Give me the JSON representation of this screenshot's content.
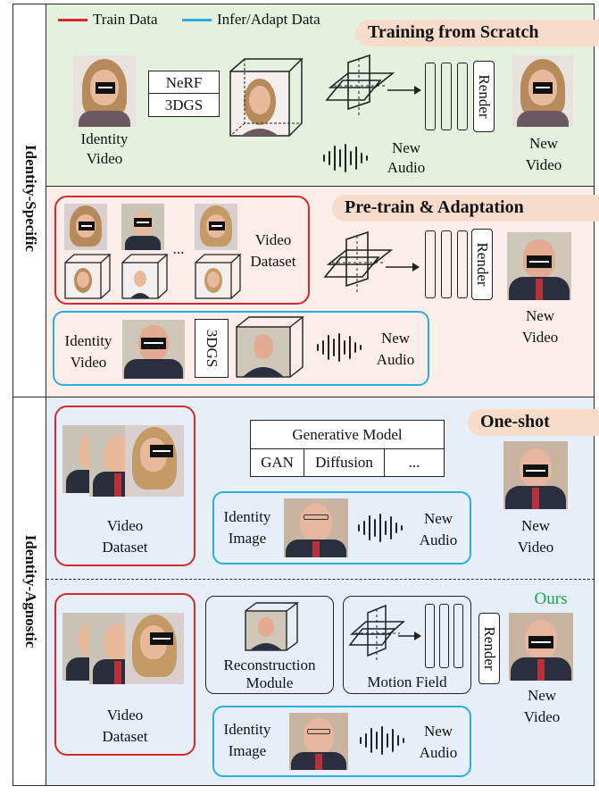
{
  "legend": {
    "train": "Train Data",
    "infer": "Infer/Adapt Data",
    "train_color": "#d42a2a",
    "infer_color": "#29aee4"
  },
  "sides": {
    "specific": "Identity-Specific",
    "agnostic": "Identity-Agnostic"
  },
  "scratch": {
    "title": "Training from Scratch",
    "identity": [
      "Identity",
      "Video"
    ],
    "model": [
      "NeRF",
      "3DGS"
    ],
    "audio": [
      "New",
      "Audio"
    ],
    "render": "Render",
    "output": [
      "New",
      "Video"
    ]
  },
  "pretrain": {
    "title": "Pre-train & Adaptation",
    "ellipsis": "...",
    "dataset": [
      "Video",
      "Dataset"
    ],
    "render": "Render",
    "output": [
      "New",
      "Video"
    ],
    "identity": [
      "Identity",
      "Video"
    ],
    "model": "3DGS",
    "audio": [
      "New",
      "Audio"
    ]
  },
  "oneshot": {
    "title": "One-shot",
    "dataset": [
      "Video",
      "Dataset"
    ],
    "generative": "Generative Model",
    "cells": [
      "GAN",
      "Diffusion",
      "..."
    ],
    "identity": [
      "Identity",
      "Image"
    ],
    "audio": [
      "New",
      "Audio"
    ],
    "output": [
      "New",
      "Video"
    ]
  },
  "ours": {
    "title": "Ours",
    "title_color": "#1aa54b",
    "dataset": [
      "Video",
      "Dataset"
    ],
    "recon": [
      "Reconstruction",
      "Module"
    ],
    "motion": "Motion Field",
    "render": "Render",
    "output": [
      "New",
      "Video"
    ],
    "identity": [
      "Identity",
      "Image"
    ],
    "audio": [
      "New",
      "Audio"
    ]
  },
  "colors": {
    "specific_bg": "#e6f0de",
    "pretrain_bg": "#fbeeea",
    "agnostic_bg": "#e6eef8",
    "tag_bg": "#f8dccb"
  }
}
